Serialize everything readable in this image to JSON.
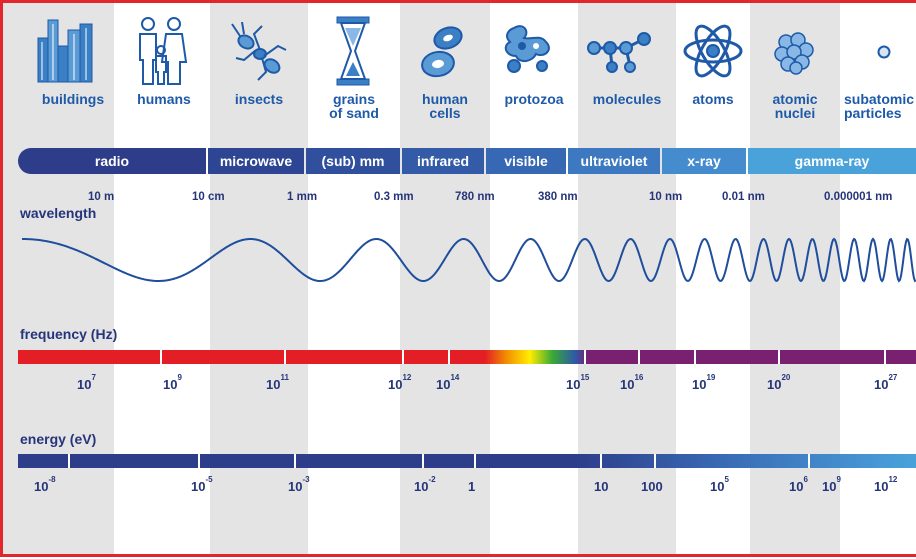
{
  "objects": [
    {
      "label_lines": [
        "buildings"
      ],
      "icon": "buildings-icon"
    },
    {
      "label_lines": [
        "humans"
      ],
      "icon": "humans-icon"
    },
    {
      "label_lines": [
        "insects"
      ],
      "icon": "insect-icon"
    },
    {
      "label_lines": [
        "grains",
        "of sand"
      ],
      "icon": "hourglass-icon"
    },
    {
      "label_lines": [
        "human",
        "cells"
      ],
      "icon": "cells-icon"
    },
    {
      "label_lines": [
        "protozoa"
      ],
      "icon": "protozoa-icon"
    },
    {
      "label_lines": [
        "molecules"
      ],
      "icon": "molecule-icon"
    },
    {
      "label_lines": [
        "atoms"
      ],
      "icon": "atom-icon"
    },
    {
      "label_lines": [
        "atomic",
        "nuclei"
      ],
      "icon": "nucleus-icon"
    },
    {
      "label_lines": [
        "subatomic",
        "particles"
      ],
      "icon": "particle-icon"
    }
  ],
  "bands": [
    {
      "label": "radio",
      "color": "#2d3d8a"
    },
    {
      "label": "microwave",
      "color": "#2e4593"
    },
    {
      "label": "(sub) mm",
      "color": "#30509e"
    },
    {
      "label": "infrared",
      "color": "#335ba8"
    },
    {
      "label": "visible",
      "color": "#3768b3"
    },
    {
      "label": "ultraviolet",
      "color": "#3d79c0"
    },
    {
      "label": "x-ray",
      "color": "#448ccd"
    },
    {
      "label": "gamma-ray",
      "color": "#4aa2db"
    }
  ],
  "wavelength": {
    "title": "wavelength",
    "ticks": [
      "10 m",
      "10 cm",
      "1 mm",
      "0.3 mm",
      "780 nm",
      "380 nm",
      "10 nm",
      "0.01 nm",
      "0.000001 nm"
    ]
  },
  "frequency": {
    "title": "frequency (Hz)",
    "ticks": [
      {
        "base": "10",
        "exp": "7"
      },
      {
        "base": "10",
        "exp": "9"
      },
      {
        "base": "10",
        "exp": "11"
      },
      {
        "base": "10",
        "exp": "12"
      },
      {
        "base": "10",
        "exp": "14"
      },
      {
        "base": "10",
        "exp": "15"
      },
      {
        "base": "10",
        "exp": "16"
      },
      {
        "base": "10",
        "exp": "19"
      },
      {
        "base": "10",
        "exp": "20"
      },
      {
        "base": "10",
        "exp": "27"
      }
    ],
    "colors": {
      "red": "#e31e24",
      "purple": "#7a2070"
    }
  },
  "energy": {
    "title": "energy (eV)",
    "ticks": [
      {
        "base": "10",
        "exp": "-8"
      },
      {
        "base": "10",
        "exp": "-5"
      },
      {
        "base": "10",
        "exp": "-3"
      },
      {
        "base": "10",
        "exp": "-2"
      },
      {
        "base": "1",
        "exp": ""
      },
      {
        "base": "10",
        "exp": ""
      },
      {
        "base": "100",
        "exp": ""
      },
      {
        "base": "10",
        "exp": "5"
      },
      {
        "base": "10",
        "exp": "6"
      },
      {
        "base": "10",
        "exp": "9"
      },
      {
        "base": "10",
        "exp": "12"
      }
    ],
    "colors": {
      "start": "#2d3d8a",
      "end": "#4aa2db"
    }
  },
  "colors": {
    "text": "#26357a",
    "object_label": "#1e5aa8",
    "border": "#e3262c",
    "column_gray": "#e4e4e4",
    "wave": "#1e4e9c"
  }
}
